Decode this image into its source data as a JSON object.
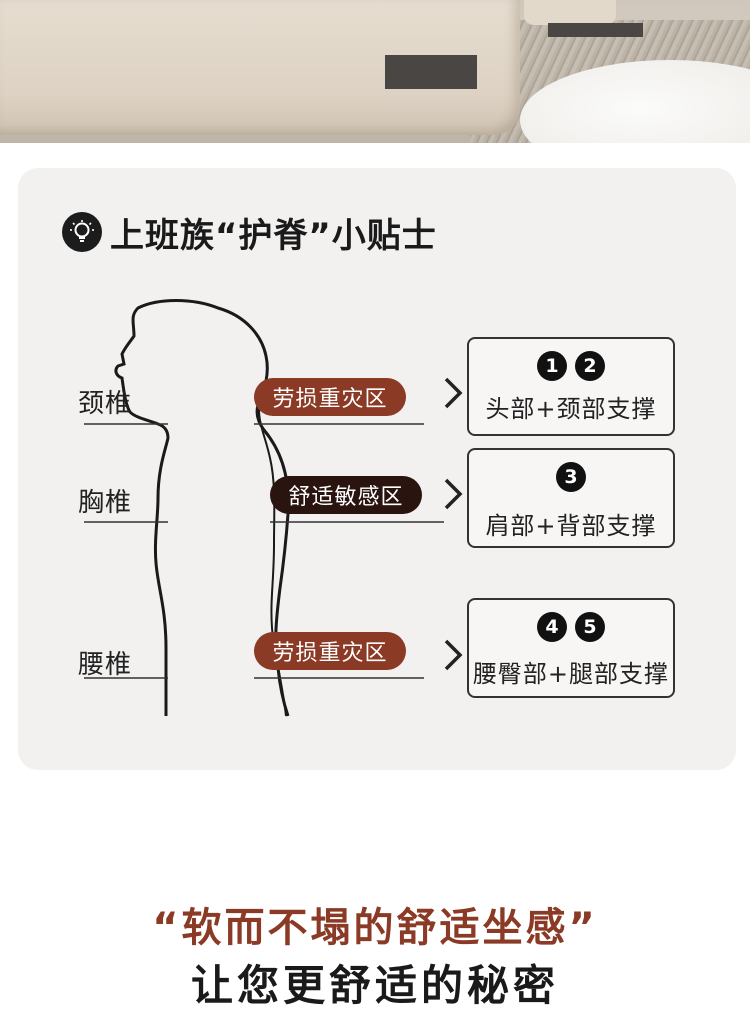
{
  "tips": {
    "title": "上班族“护脊”小贴士",
    "rows": [
      {
        "spine_label": "颈椎",
        "zone_label": "劳损重灾区",
        "zone_color": "#8b3a26",
        "badges": [
          "1",
          "2"
        ],
        "support_text": "头部+颈部支撑"
      },
      {
        "spine_label": "胸椎",
        "zone_label": "舒适敏感区",
        "zone_color": "#2a1410",
        "badges": [
          "3"
        ],
        "support_text": "肩部+背部支撑"
      },
      {
        "spine_label": "腰椎",
        "zone_label": "劳损重灾区",
        "zone_color": "#8b3a26",
        "badges": [
          "4",
          "5"
        ],
        "support_text": "腰臀部+腿部支撑"
      }
    ]
  },
  "tagline": {
    "quote": "“软而不塌的舒适坐感”",
    "subtitle": "让您更舒适的秘密"
  },
  "colors": {
    "accent": "#8b3a26",
    "dark_pill": "#2a1410",
    "card_bg": "#f2f1f0"
  },
  "icons": {
    "title_icon": "lightbulb-icon",
    "row_arrow": "chevron-right-icon"
  }
}
